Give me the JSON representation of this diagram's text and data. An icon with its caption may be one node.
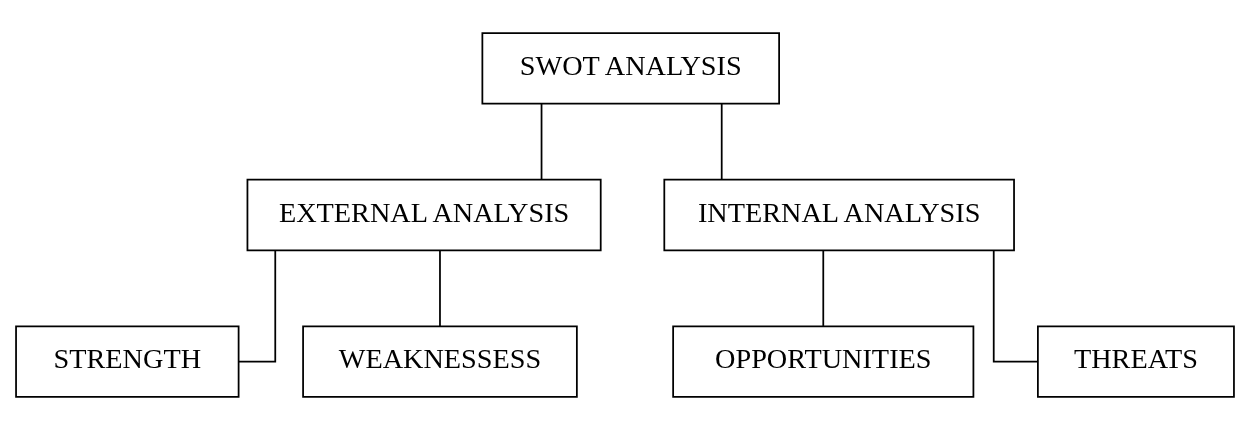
{
  "diagram": {
    "nodes": [
      {
        "text": [
          "SWOT ANALYSIS"
        ]
      },
      {
        "text": [
          "EXTERNAL ANALYSIS"
        ]
      },
      {
        "text": [
          "INTERNAL ANALYSIS"
        ]
      },
      {
        "text": [
          "STRENGTH"
        ]
      },
      {
        "text": [
          "WEAKNESSESS"
        ]
      },
      {
        "text": [
          "OPPORTUNITIES"
        ]
      },
      {
        "text": [
          "THREATS"
        ]
      }
    ],
    "edges": [
      {
        "from": 0,
        "to": 1,
        "arrow": "none"
      },
      {
        "from": 0,
        "to": 2,
        "arrow": "none"
      },
      {
        "from": 1,
        "to": 3,
        "arrow": "none"
      },
      {
        "from": 1,
        "to": 4,
        "arrow": "none"
      },
      {
        "from": 2,
        "to": 5,
        "arrow": "none"
      },
      {
        "from": 2,
        "to": 6,
        "arrow": "none"
      }
    ]
  }
}
